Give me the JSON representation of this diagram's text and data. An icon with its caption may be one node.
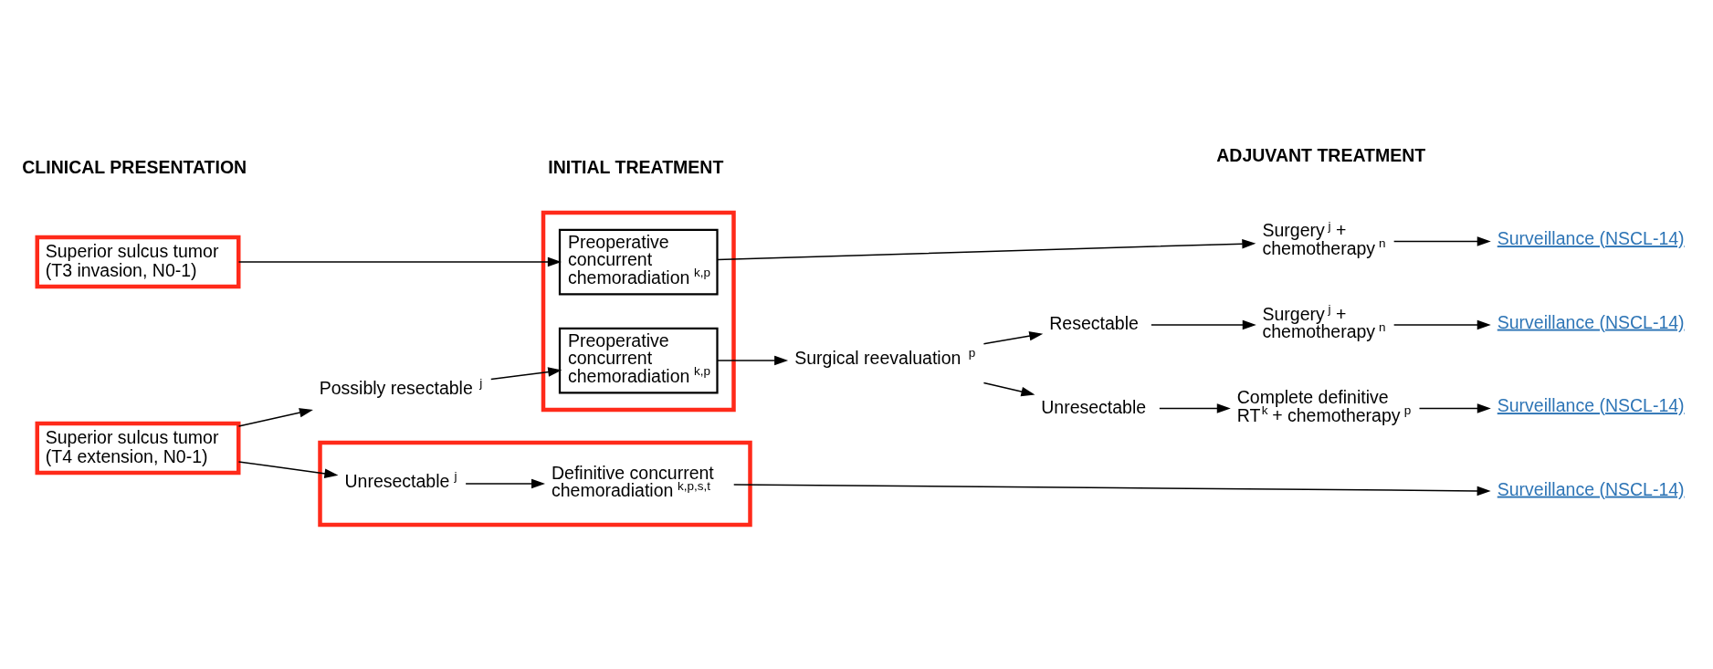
{
  "diagram": {
    "nodes": [
      {
        "text": [
          "Superior sulcus tumor (T3 invasion, N0-1)"
        ]
      },
      {
        "text": [],
        "shape": "box"
      },
      {
        "text": [
          "Preoperative concurrent chemoradiation$^{k,p}$"
        ],
        "in": 1
      },
      {
        "text": [
          "Surgery$^{j}$ + chemotherapy$^{n}$"
        ]
      },
      {
        "text": [
          "Surveillance (NSCL-14)"
        ]
      },
      {
        "text": [
          "Possibly resectable$^{j}$"
        ]
      },
      {
        "text": [
          "Preoperative concurrent chemoradiation$^{k,p}$"
        ],
        "in": 1
      },
      {
        "text": [
          "Surgical reevaluation$^{p}$"
        ]
      },
      {
        "text": [
          "Resectable"
        ]
      },
      {
        "text": [
          "Surgery$^{j}$ + chemotherapy$^{n}$"
        ]
      },
      {
        "text": [
          "Surveillance (NSCL-14)"
        ]
      },
      {
        "text": [
          "Unresectable"
        ]
      },
      {
        "text": [
          "Complete definitive RT$^{k}$ + chemotherapy$^{p}$"
        ]
      },
      {
        "text": [
          "Surveillance (NSCL-14)"
        ]
      },
      {
        "text": [
          "Superior sulcus tumor (T4 extension, N0-1)"
        ]
      },
      {
        "text": [],
        "shape": "box"
      },
      {
        "text": [
          "Unresectable$^{j}$"
        ],
        "in": 15
      },
      {
        "text": [
          "Definitive concurrent chemoradiation$^{k,p,s,t}$"
        ],
        "in": 15
      },
      {
        "text": [
          "Surveillance (NSCL-14)"
        ]
      }
    ],
    "edges": [
      {
        "from": 0,
        "to": 2,
        "arrow": "to"
      },
      {
        "from": 2,
        "to": 3,
        "arrow": "to"
      },
      {
        "from": 3,
        "to": 4,
        "arrow": "to"
      },
      {
        "from": 14,
        "to": 5,
        "arrow": "to"
      },
      {
        "from": 5,
        "to": 6,
        "arrow": "to"
      },
      {
        "from": 6,
        "to": 7,
        "arrow": "to"
      },
      {
        "from": 7,
        "to": 8,
        "arrow": "to"
      },
      {
        "from": 7,
        "to": 11,
        "arrow": "to"
      },
      {
        "from": 8,
        "to": 9,
        "arrow": "to"
      },
      {
        "from": 9,
        "to": 10,
        "arrow": "to"
      },
      {
        "from": 11,
        "to": 12,
        "arrow": "to"
      },
      {
        "from": 12,
        "to": 13,
        "arrow": "to"
      },
      {
        "from": 14,
        "to": 16,
        "arrow": "to"
      },
      {
        "from": 16,
        "to": 17,
        "arrow": "to"
      },
      {
        "from": 17,
        "to": 18,
        "arrow": "to"
      }
    ],
    "labels": [
      "CLINICAL PRESENTATION",
      "INITIAL TREATMENT",
      "ADJUVANT TREATMENT"
    ]
  }
}
